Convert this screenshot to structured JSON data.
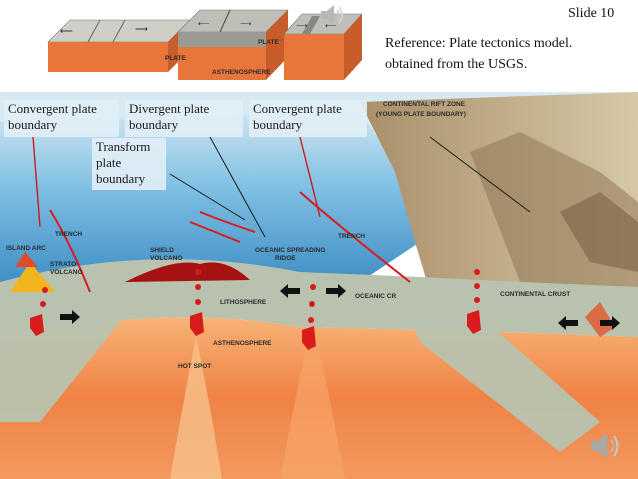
{
  "slide": {
    "number_label": "Slide 10",
    "reference_line1": "Reference:  Plate tectonics model.",
    "reference_line2": "obtained from the USGS."
  },
  "thumbnails": {
    "plate_label": "PLATE",
    "asthenosphere_label": "ASTHENOSPHERE"
  },
  "callouts": {
    "convergent_left_line1": "Convergent plate",
    "convergent_left_line2": "boundary",
    "divergent_line1": "Divergent plate",
    "divergent_line2": "boundary",
    "convergent_right_line1": "Convergent plate",
    "convergent_right_line2": "boundary",
    "transform_line1": "Transform",
    "transform_line2": "plate",
    "transform_line3": "boundary"
  },
  "diagram_labels": {
    "continental_rift_zone": "CONTINENTAL RIFT ZONE",
    "young_plate_boundary": "(YOUNG PLATE BOUNDARY)",
    "trench_left": "TRENCH",
    "island_arc": "ISLAND ARC",
    "strato_volcano_1": "STRATO-",
    "strato_volcano_2": "VOLCANO",
    "shield_volcano_1": "SHIELD",
    "shield_volcano_2": "VOLCANO",
    "oceanic_spreading_ridge_1": "OCEANIC SPREADING",
    "oceanic_spreading_ridge_2": "RIDGE",
    "trench_right": "TRENCH",
    "oceanic_crust": "OCEANIC CR",
    "continental_crust": "CONTINENTAL CRUST",
    "lithosphere": "LITHOSPHERE",
    "asthenosphere": "ASTHENOSPHERE",
    "hot_spot": "HOT SPOT"
  },
  "colors": {
    "ocean": "#4f9fd2",
    "sky": "#cfe3ee",
    "lithosphere": "#b9c3b0",
    "mantle_orange": "#f0884a",
    "boundary_red": "#d81c1c"
  },
  "icons": {
    "speaker_top": "speaker-icon",
    "speaker_bottom": "speaker-icon"
  }
}
